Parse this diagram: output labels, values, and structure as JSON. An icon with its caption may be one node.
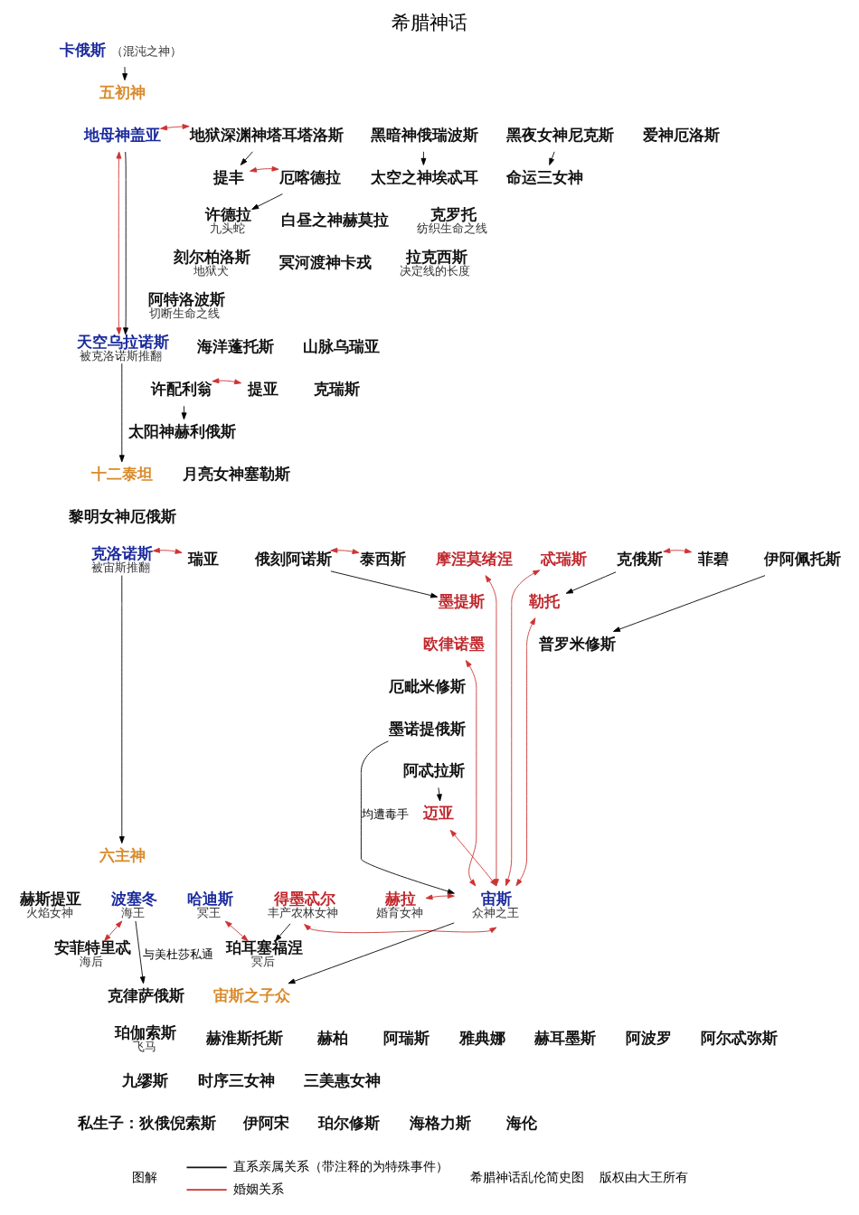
{
  "diagram": {
    "title": "希腊神话",
    "nodes": [
      {
        "text": [
          "卡俄斯"
        ],
        "beside": [
          "（混沌之神）"
        ]
      },
      {
        "text": [
          "五初神"
        ]
      },
      {
        "text": [
          "地母神盖亚"
        ]
      },
      {
        "text": [
          "地狱深渊神塔耳塔洛斯"
        ]
      },
      {
        "text": [
          "黑暗神俄瑞波斯"
        ]
      },
      {
        "text": [
          "黑夜女神尼克斯"
        ]
      },
      {
        "text": [
          "爱神厄洛斯"
        ]
      },
      {
        "text": [
          "提丰"
        ]
      },
      {
        "text": [
          "厄喀德拉"
        ]
      },
      {
        "text": [
          "许德拉"
        ],
        "beside": [
          "九头蛇"
        ]
      },
      {
        "text": [
          "刻尔柏洛斯"
        ],
        "beside": [
          "地狱犬"
        ]
      },
      {
        "text": [
          "太空之神埃忒耳"
        ]
      },
      {
        "text": [
          "白昼之神赫莫拉"
        ]
      },
      {
        "text": [
          "冥河渡神卡戎"
        ]
      },
      {
        "text": [
          "命运三女神"
        ]
      },
      {
        "text": [
          "克罗托"
        ],
        "beside": [
          "纺织生命之线"
        ]
      },
      {
        "text": [
          "拉克西斯"
        ],
        "beside": [
          "决定线的长度"
        ]
      },
      {
        "text": [
          "阿特洛波斯"
        ],
        "beside": [
          "切断生命之线"
        ]
      },
      {
        "text": [
          "天空乌拉诺斯"
        ],
        "beside": [
          "被克洛诺斯推翻"
        ]
      },
      {
        "text": [
          "海洋蓬托斯"
        ]
      },
      {
        "text": [
          "山脉乌瑞亚"
        ]
      },
      {
        "text": [
          "十二泰坦"
        ]
      },
      {
        "text": [
          "许配利翁"
        ]
      },
      {
        "text": [
          "提亚"
        ]
      },
      {
        "text": [
          "克瑞斯"
        ]
      },
      {
        "text": [
          "太阳神赫利俄斯"
        ]
      },
      {
        "text": [
          "月亮女神塞勒斯"
        ]
      },
      {
        "text": [
          "黎明女神厄俄斯"
        ]
      },
      {
        "text": [
          "克洛诺斯"
        ],
        "beside": [
          "被宙斯推翻"
        ]
      },
      {
        "text": [
          "瑞亚"
        ]
      },
      {
        "text": [
          "俄刻阿诺斯"
        ]
      },
      {
        "text": [
          "泰西斯"
        ]
      },
      {
        "text": [
          "摩涅莫绪涅"
        ]
      },
      {
        "text": [
          "忒瑞斯"
        ]
      },
      {
        "text": [
          "克俄斯"
        ]
      },
      {
        "text": [
          "菲碧"
        ]
      },
      {
        "text": [
          "伊阿佩托斯"
        ]
      },
      {
        "text": [
          "墨提斯"
        ]
      },
      {
        "text": [
          "欧律诺墨"
        ]
      },
      {
        "text": [
          "勒托"
        ]
      },
      {
        "text": [
          "普罗米修斯"
        ]
      },
      {
        "text": [
          "厄毗米修斯"
        ]
      },
      {
        "text": [
          "墨诺提俄斯"
        ]
      },
      {
        "text": [
          "阿忒拉斯"
        ]
      },
      {
        "text": [
          "迈亚"
        ]
      },
      {
        "text": [
          "六主神"
        ]
      },
      {
        "text": [
          "赫斯提亚"
        ],
        "beside": [
          "火焰女神"
        ]
      },
      {
        "text": [
          "波塞冬"
        ],
        "beside": [
          "海王"
        ]
      },
      {
        "text": [
          "哈迪斯"
        ],
        "beside": [
          "冥王"
        ]
      },
      {
        "text": [
          "得墨忒尔"
        ],
        "beside": [
          "丰产农林女神"
        ]
      },
      {
        "text": [
          "赫拉"
        ],
        "beside": [
          "婚育女神"
        ]
      },
      {
        "text": [
          "宙斯"
        ],
        "beside": [
          "众神之王"
        ]
      },
      {
        "text": [
          "安菲特里忒"
        ],
        "beside": [
          "海后"
        ]
      },
      {
        "text": [
          "珀耳塞福涅"
        ],
        "beside": [
          "冥后"
        ]
      },
      {
        "text": [
          "克律萨俄斯"
        ]
      },
      {
        "text": [
          "珀伽索斯"
        ],
        "beside": [
          "飞马"
        ]
      },
      {
        "text": [
          "宙斯之子众"
        ]
      },
      {
        "text": [
          "赫淮斯托斯"
        ]
      },
      {
        "text": [
          "赫柏"
        ]
      },
      {
        "text": [
          "阿瑞斯"
        ]
      },
      {
        "text": [
          "雅典娜"
        ]
      },
      {
        "text": [
          "赫耳墨斯"
        ]
      },
      {
        "text": [
          "阿波罗"
        ]
      },
      {
        "text": [
          "阿尔忒弥斯"
        ]
      },
      {
        "text": [
          "九缪斯"
        ]
      },
      {
        "text": [
          "时序三女神"
        ]
      },
      {
        "text": [
          "三美惠女神"
        ]
      },
      {
        "text": [
          "私生子：狄俄倪索斯"
        ]
      },
      {
        "text": [
          "伊阿宋"
        ]
      },
      {
        "text": [
          "珀尔修斯"
        ]
      },
      {
        "text": [
          "海格力斯"
        ]
      },
      {
        "text": [
          "海伦"
        ]
      }
    ],
    "edges": [
      {
        "from": 0,
        "to": 1,
        "arrow": "to"
      },
      {
        "from": 2,
        "to": 3,
        "arrow": "both",
        "color": "#cc3333"
      },
      {
        "from": 3,
        "to": 7,
        "arrow": "to"
      },
      {
        "from": 7,
        "to": 8,
        "arrow": "both",
        "color": "#cc3333"
      },
      {
        "from": 8,
        "to": 9,
        "arrow": "to"
      },
      {
        "from": 4,
        "to": 11,
        "arrow": "to"
      },
      {
        "from": 5,
        "to": 14,
        "arrow": "to"
      },
      {
        "from": 2,
        "to": 18,
        "arrow": "both",
        "color": "#cc3333"
      },
      {
        "from": 2,
        "to": 18,
        "arrow": "to"
      },
      {
        "from": 18,
        "to": 21,
        "arrow": "to"
      },
      {
        "from": 22,
        "to": 23,
        "arrow": "both",
        "color": "#cc3333"
      },
      {
        "from": 22,
        "to": 25,
        "arrow": "to"
      },
      {
        "from": 28,
        "to": 29,
        "arrow": "both",
        "color": "#cc3333"
      },
      {
        "from": 30,
        "to": 31,
        "arrow": "both",
        "color": "#cc3333"
      },
      {
        "from": 30,
        "to": 37,
        "arrow": "to"
      },
      {
        "from": 34,
        "to": 35,
        "arrow": "both",
        "color": "#cc3333"
      },
      {
        "from": 34,
        "to": 39,
        "arrow": "to"
      },
      {
        "from": 36,
        "to": 40,
        "arrow": "to"
      },
      {
        "from": 43,
        "to": 44,
        "arrow": "to"
      },
      {
        "from": 28,
        "to": 45,
        "arrow": "to"
      },
      {
        "from": 38,
        "to": 51,
        "arrow": "both",
        "color": "#cc3333"
      },
      {
        "from": 32,
        "to": 51,
        "arrow": "both",
        "color": "#cc3333"
      },
      {
        "from": 33,
        "to": 51,
        "arrow": "both",
        "color": "#cc3333"
      },
      {
        "from": 39,
        "to": 51,
        "arrow": "both",
        "color": "#cc3333"
      },
      {
        "from": 42,
        "to": 51,
        "arrow": "to",
        "label": "均遭毒手"
      },
      {
        "from": 44,
        "to": 51,
        "arrow": "both",
        "color": "#cc3333"
      },
      {
        "from": 49,
        "to": 51,
        "arrow": "both",
        "color": "#cc3333"
      },
      {
        "from": 50,
        "to": 51,
        "arrow": "both",
        "color": "#cc3333"
      },
      {
        "from": 49,
        "to": 53,
        "arrow": "to"
      },
      {
        "from": 48,
        "to": 53,
        "arrow": "both",
        "color": "#cc3333"
      },
      {
        "from": 47,
        "to": 52,
        "arrow": "both",
        "color": "#cc3333"
      },
      {
        "from": 47,
        "to": 54,
        "arrow": "to",
        "label": "与美杜莎私通"
      },
      {
        "from": 51,
        "to": 56,
        "arrow": "to"
      }
    ],
    "labels": [
      "图解",
      "希腊神话乱伦简史图",
      "版权由大王所有"
    ],
    "legend": [
      {
        "text": "直系亲属关系（带注释的为特殊事件）"
      },
      {
        "text": "婚姻关系"
      }
    ]
  }
}
